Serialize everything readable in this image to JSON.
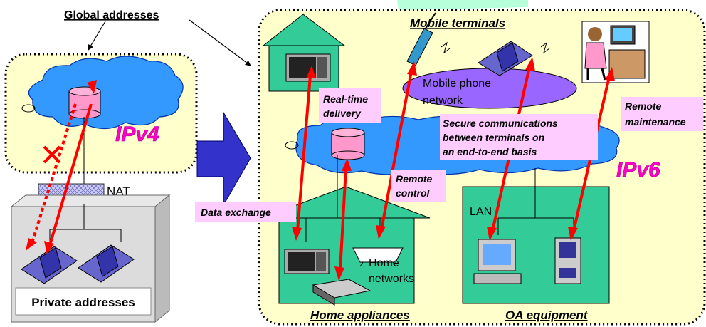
{
  "labels": {
    "global_addresses": "Global addresses",
    "private_addresses": "Private addresses",
    "ipv4": "IPv4",
    "ipv6": "IPv6",
    "nat": "NAT",
    "lan": "LAN",
    "mobile_terminals": "Mobile terminals",
    "home_appliances": "Home appliances",
    "oa_equipment": "OA equipment",
    "mobile_phone_network_1": "Mobile phone",
    "mobile_phone_network_2": "network",
    "home_networks_1": "Home",
    "home_networks_2": "networks"
  },
  "callouts": {
    "realtime_1": "Real-time",
    "realtime_2": "delivery",
    "secure_1": "Secure communications",
    "secure_2": "between terminals on",
    "secure_3": "an end-to-end basis",
    "remote_maint_1": "Remote",
    "remote_maint_2": "maintenance",
    "remote_ctrl_1": "Remote",
    "remote_ctrl_2": "control",
    "data_exchange": "Data exchange"
  },
  "colors": {
    "yellow_panel": "#ffffcc",
    "cloud_blue": "#3399ff",
    "ellipse_purple": "#9966ff",
    "house_green": "#33cc99",
    "arrow_red": "#ff0000",
    "callout_pink": "#ffccff",
    "big_arrow": "#3333cc",
    "ip_text": "#ff00cc"
  }
}
